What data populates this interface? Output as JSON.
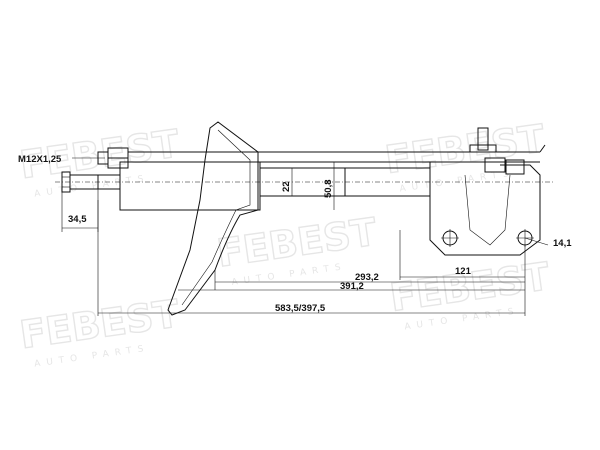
{
  "watermark": {
    "brand": "FEBEST",
    "subtitle": "AUTO PARTS"
  },
  "dimensions": {
    "thread": "M12X1,25",
    "rod_length": "34,5",
    "rod_diameter": "22",
    "tube_diameter": "50,8",
    "hole_diameter": "14,1",
    "bracket_length": "121",
    "mount_to_bracket": "293,2",
    "mount_to_bottom": "391,2",
    "total_length": "583,5/397,5"
  }
}
